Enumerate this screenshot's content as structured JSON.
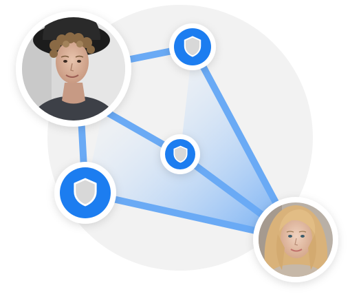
{
  "diagram": {
    "colors": {
      "background": "#ffffff",
      "backdrop_circle": "#f2f2f2",
      "connector_line": "#6aaaf5",
      "shield_badge": "#1a7df0",
      "shield_glyph_fill": "#d8d8d8",
      "shield_glyph_stroke": "#ffffff",
      "node_ring": "#ffffff",
      "gradient_start": "#ffffff",
      "gradient_end": "#5ea2f3"
    },
    "nodes": [
      {
        "id": "user-top-left",
        "kind": "person-avatar",
        "icon": "young-man-with-hat-photo"
      },
      {
        "id": "shield-top",
        "kind": "secure-relay",
        "icon": "shield-icon"
      },
      {
        "id": "shield-middle",
        "kind": "secure-relay",
        "icon": "shield-icon"
      },
      {
        "id": "shield-left",
        "kind": "secure-relay",
        "icon": "shield-icon"
      },
      {
        "id": "user-bottom-right",
        "kind": "person-avatar",
        "icon": "young-woman-blonde-photo"
      }
    ],
    "edges": [
      {
        "from": "user-top-left",
        "to": "shield-top"
      },
      {
        "from": "shield-top",
        "to": "user-bottom-right"
      },
      {
        "from": "user-top-left",
        "to": "shield-middle"
      },
      {
        "from": "shield-middle",
        "to": "user-bottom-right"
      },
      {
        "from": "user-top-left",
        "to": "shield-left"
      },
      {
        "from": "shield-left",
        "to": "user-bottom-right"
      }
    ]
  }
}
